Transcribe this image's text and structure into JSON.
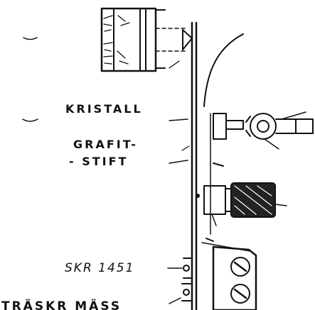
{
  "labels": {
    "kristall": "KRISTALL",
    "grafit_line1": "GRAFIT-",
    "grafit_line2": "- STIFT",
    "skr": "SKR 1451",
    "trask": "TRÄSKR MÄSS"
  },
  "colors": {
    "ink": "#111111",
    "paper": "#ffffff",
    "knurl": "#222222"
  }
}
